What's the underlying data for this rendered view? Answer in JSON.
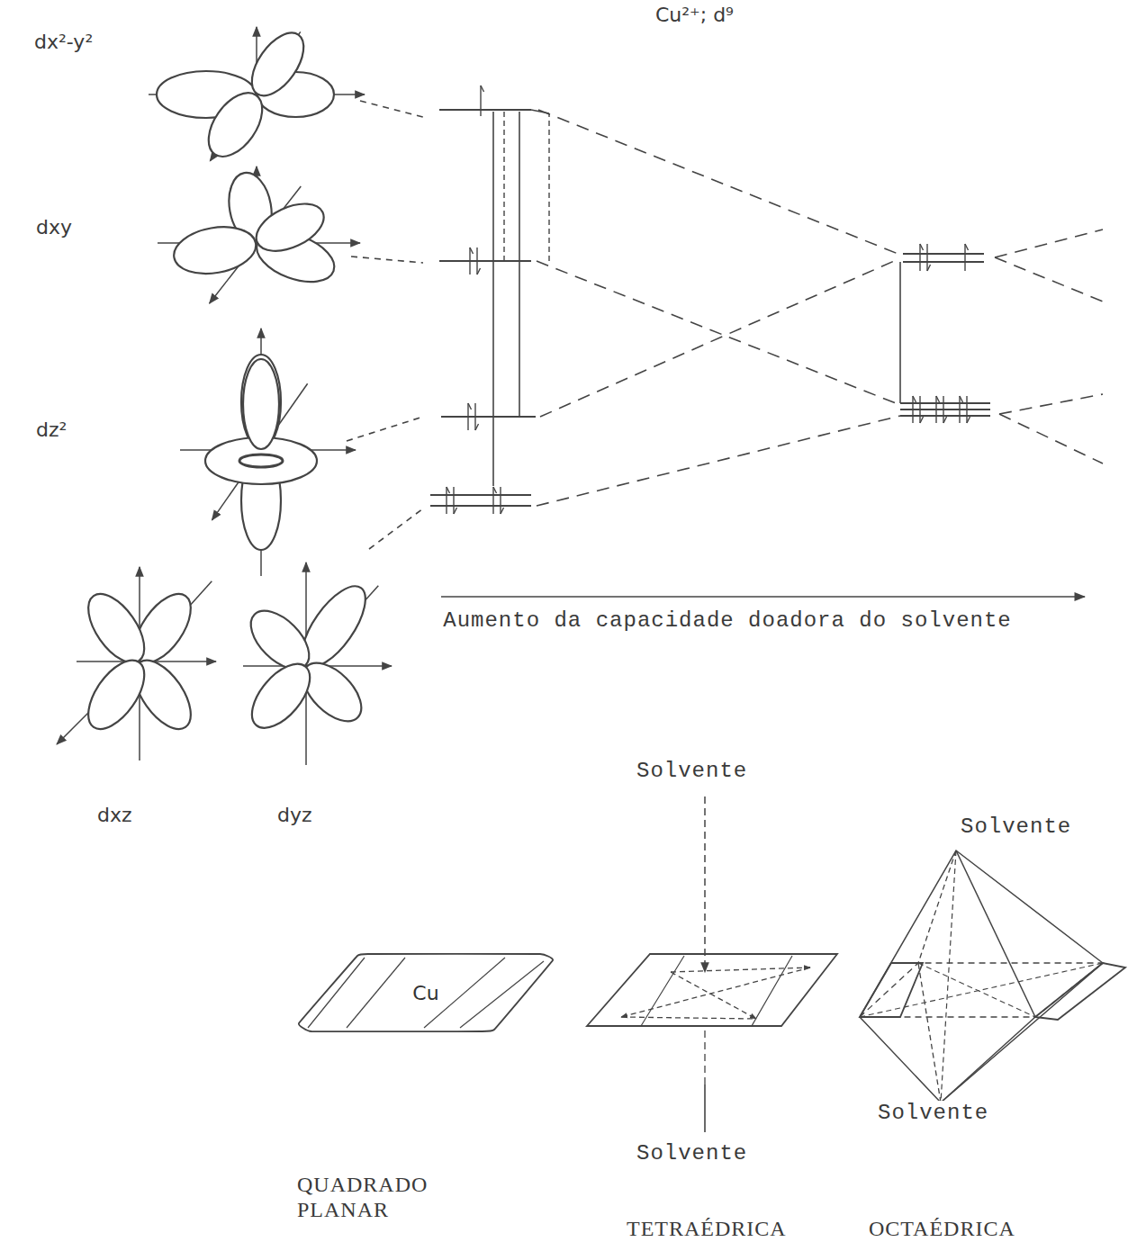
{
  "diagram": {
    "nodes": [
      {
        "text": [
          "Cu"
        ]
      }
    ],
    "labels": [
      "dx²-y²",
      "Cu²⁺; d⁹",
      "dxy",
      "dz²",
      "Aumento da capacidade doadora do solvente",
      "dxz",
      "dyz",
      "Solvente",
      "Solvente",
      "Solvente",
      "Solvente",
      "QUADRADO PLANAR",
      "TETRAÉDRICA",
      "OCTAÉDRICA"
    ]
  }
}
